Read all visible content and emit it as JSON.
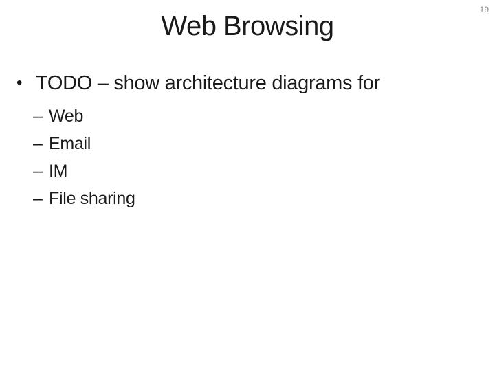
{
  "slide": {
    "page_number": "19",
    "title": "Web Browsing",
    "bullet": {
      "marker": "•",
      "text": "TODO – show architecture diagrams for"
    },
    "sub_bullets": [
      {
        "marker": "–",
        "text": "Web"
      },
      {
        "marker": "–",
        "text": "Email"
      },
      {
        "marker": "–",
        "text": "IM"
      },
      {
        "marker": "–",
        "text": "File sharing"
      }
    ],
    "colors": {
      "background": "#ffffff",
      "text": "#1a1a1a",
      "page_number": "#8c8c8c"
    }
  }
}
